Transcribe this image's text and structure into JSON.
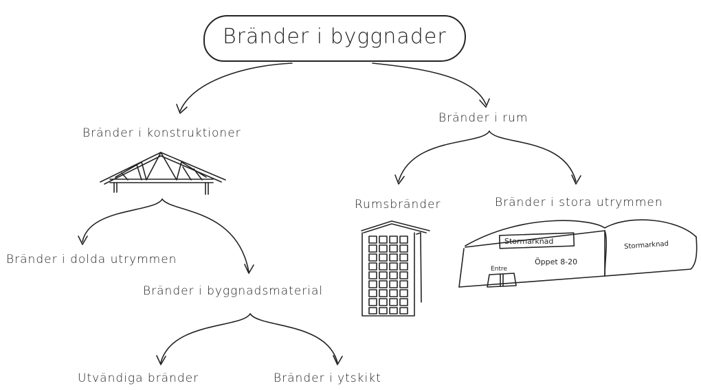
{
  "diagram": {
    "root": "Bränder i byggnader",
    "left_branch": {
      "title": "Bränder i konstruktioner",
      "children": [
        "Bränder i dolda utrymmen",
        "Bränder i byggnadsmaterial"
      ],
      "grandchildren": [
        "Utvändiga bränder",
        "Bränder i ytskikt"
      ]
    },
    "right_branch": {
      "title": "Bränder i rum",
      "children": [
        "Rumsbränder",
        "Bränder i stora utrymmen"
      ]
    },
    "store_sign_front": "Stormarknad",
    "store_sign_side": "Stormarknad",
    "store_entrance": "Entre",
    "store_hours": "Öppet 8-20"
  },
  "colors": {
    "ink": "#222222",
    "background": "#ffffff"
  }
}
